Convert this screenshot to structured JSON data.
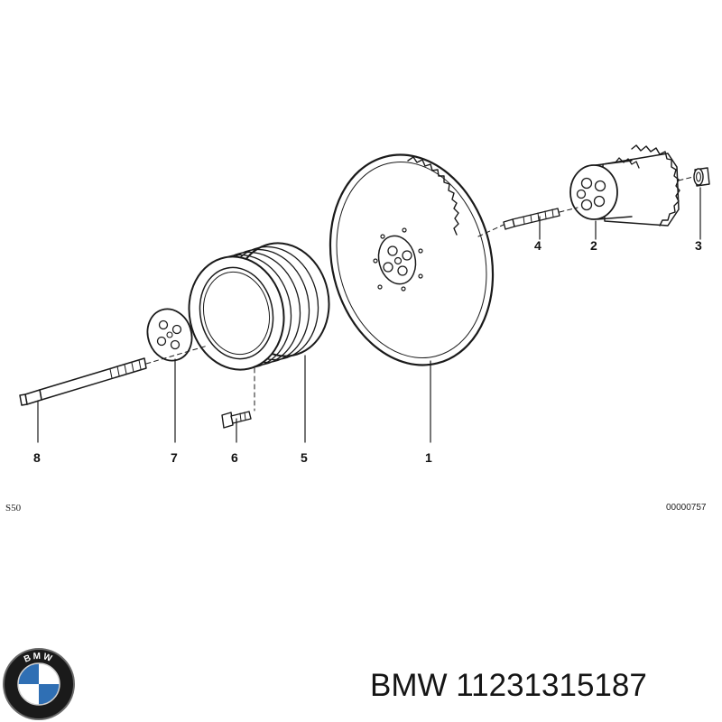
{
  "diagram": {
    "callouts": [
      "1",
      "2",
      "3",
      "4",
      "5",
      "6",
      "7",
      "8"
    ],
    "code_left": "S50",
    "code_right": "00000757"
  },
  "caption": {
    "brand": "BMW",
    "part_number": "11231315187"
  },
  "logo": {
    "letters": [
      "B",
      "M",
      "W"
    ],
    "colors": {
      "ring": "#1a1a1a",
      "blue": "#2f6fb4",
      "white": "#ffffff"
    }
  }
}
